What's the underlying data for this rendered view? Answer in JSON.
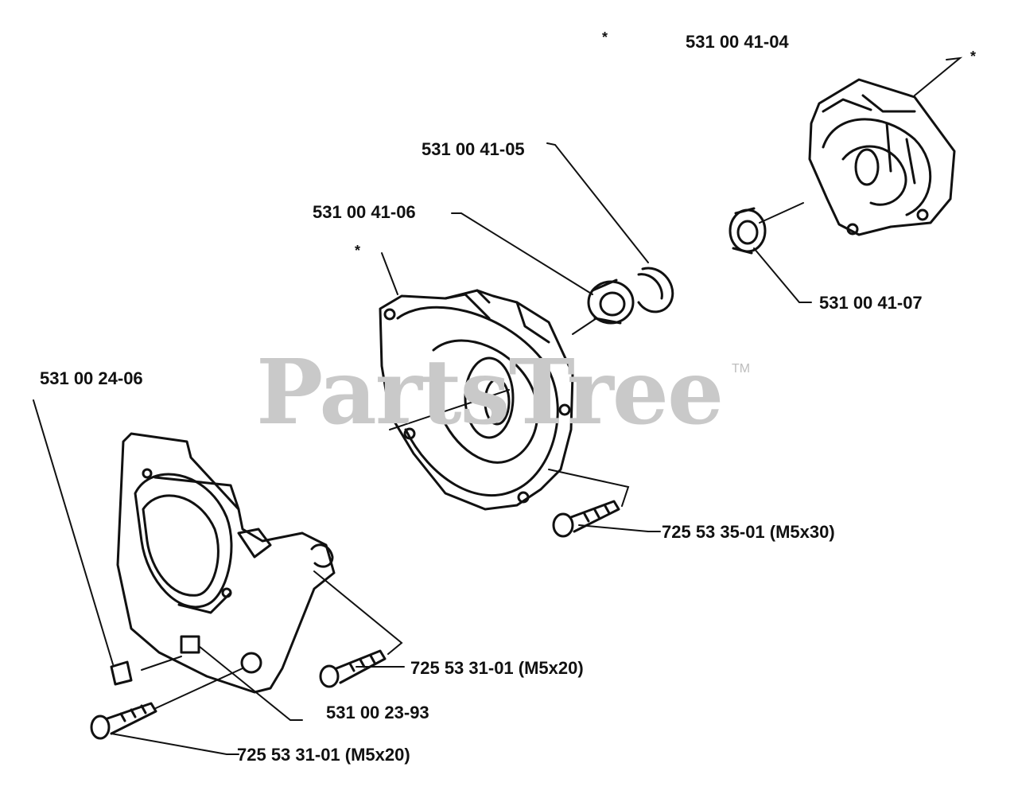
{
  "watermark": {
    "text": "PartsTree",
    "trademark": "TM"
  },
  "asterisk": "*",
  "callouts": {
    "p_531_00_41_04": "531 00 41-04",
    "p_531_00_41_05": "531 00 41-05",
    "p_531_00_41_06": "531 00 41-06",
    "p_531_00_41_07": "531 00 41-07",
    "p_531_00_24_06": "531 00 24-06",
    "p_725_53_35_01": "725 53 35-01 (M5x30)",
    "p_725_53_31_01_a": "725 53 31-01 (M5x20)",
    "p_531_00_23_93": "531 00 23-93",
    "p_725_53_31_01_b": "725 53 31-01 (M5x20)"
  }
}
